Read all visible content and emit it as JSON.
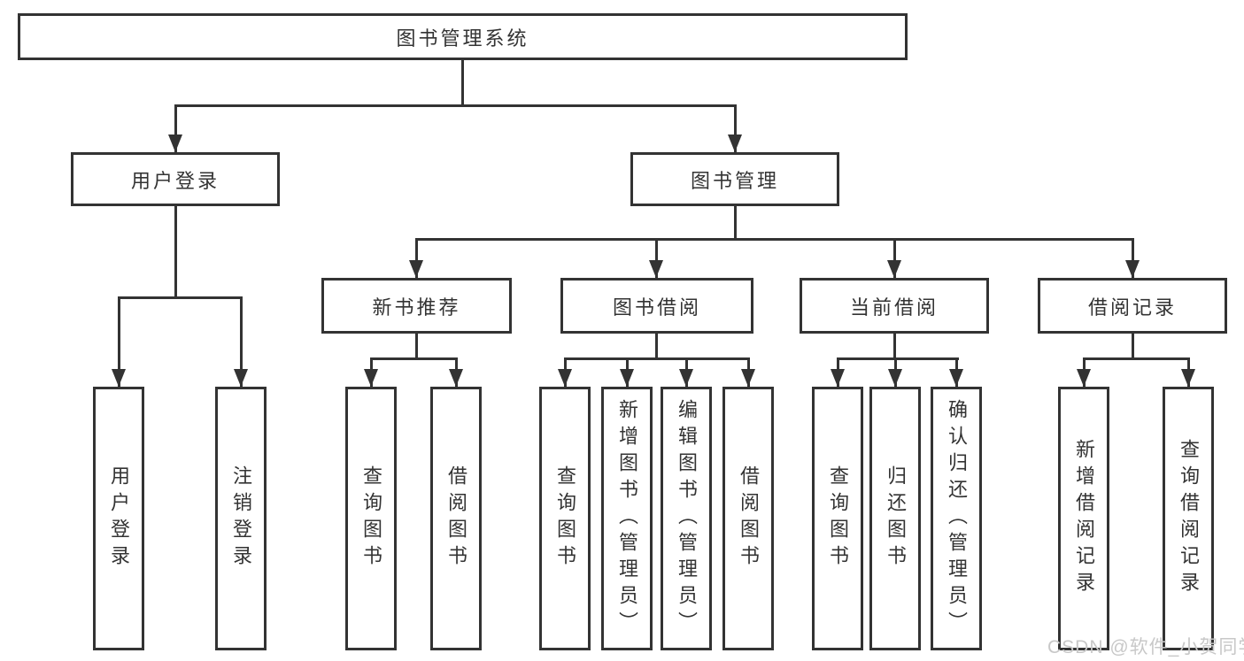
{
  "diagram": {
    "root": {
      "label": "图书管理系统"
    },
    "level2": [
      {
        "label": "用户登录"
      },
      {
        "label": "图书管理"
      }
    ],
    "level3": [
      {
        "label": "新书推荐"
      },
      {
        "label": "图书借阅"
      },
      {
        "label": "当前借阅"
      },
      {
        "label": "借阅记录"
      }
    ],
    "leaves": [
      {
        "label": "用户登录"
      },
      {
        "label": "注销登录"
      },
      {
        "label": "查询图书"
      },
      {
        "label": "借阅图书"
      },
      {
        "label": "查询图书"
      },
      {
        "label": "新增图书（管理员）"
      },
      {
        "label": "编辑图书（管理员）"
      },
      {
        "label": "借阅图书"
      },
      {
        "label": "查询图书"
      },
      {
        "label": "归还图书"
      },
      {
        "label": "确认归还（管理员）"
      },
      {
        "label": "新增借阅记录"
      },
      {
        "label": "查询借阅记录"
      }
    ]
  },
  "watermark": {
    "text": "CSDN @软件_小贺同学"
  },
  "colors": {
    "line": "#333333",
    "text": "#333333",
    "watermark": "#c8c8c8",
    "background": "#ffffff"
  }
}
